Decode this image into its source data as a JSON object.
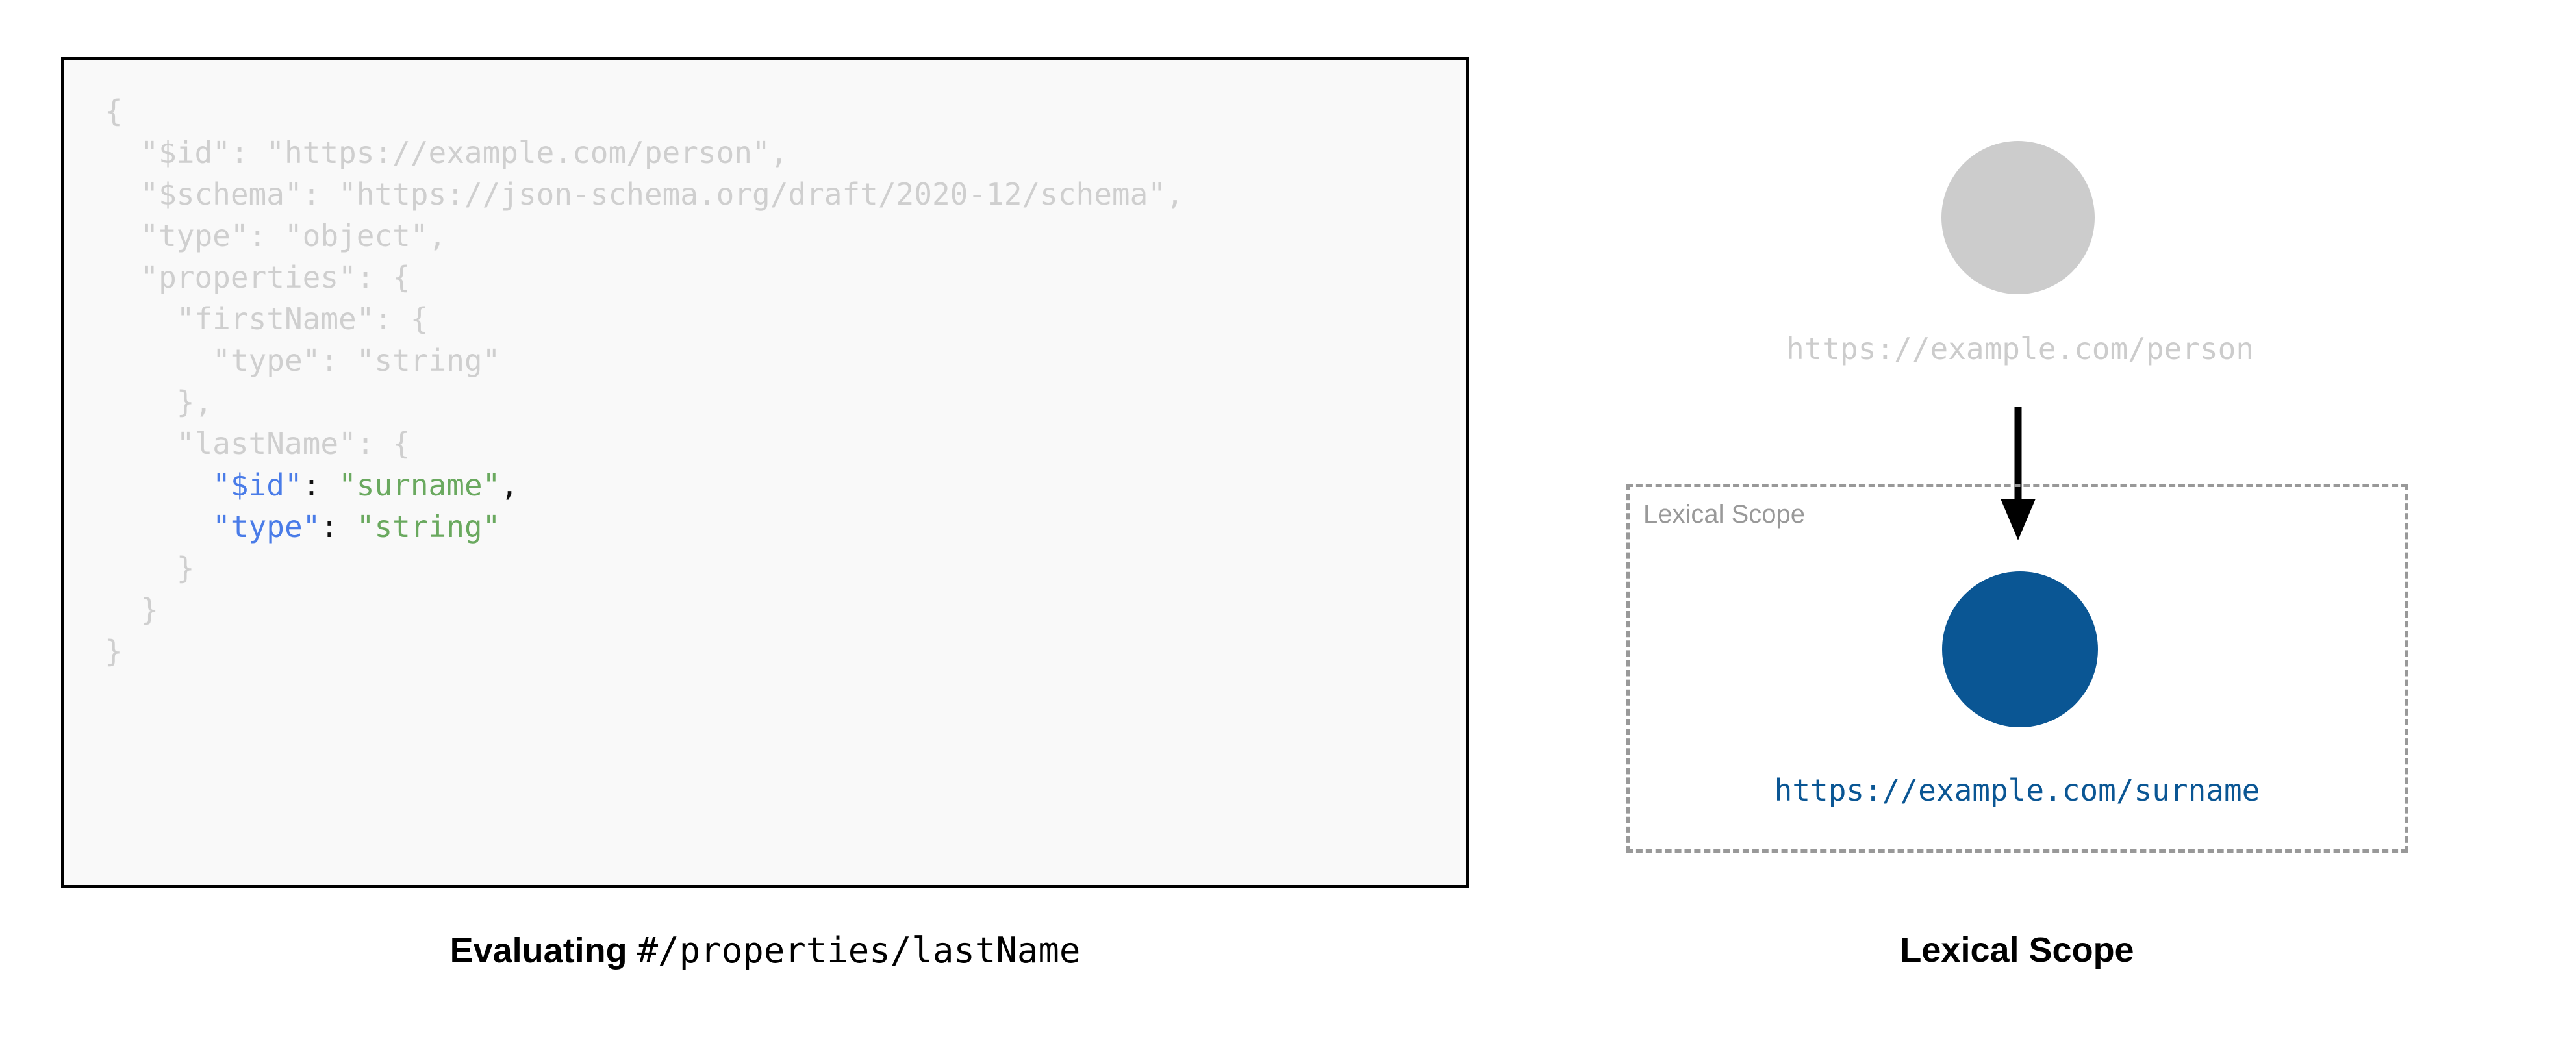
{
  "colors": {
    "code_dim": "#cfcfcf",
    "code_key": "#4a7ce8",
    "code_string": "#6aa95f",
    "code_punct": "#111111",
    "code_background": "#f9f9f9",
    "code_border": "#000000",
    "node_inactive": "#cccccc",
    "node_active": "#0a5694",
    "scope_border": "#999999",
    "scope_label": "#999999",
    "arrow": "#000000"
  },
  "left_panel": {
    "code": {
      "language": "json",
      "lines": [
        [
          {
            "t": "{",
            "c": "dim"
          }
        ],
        [
          {
            "t": "  \"$id\": \"https://example.com/person\",",
            "c": "dim"
          }
        ],
        [
          {
            "t": "  \"$schema\": \"https://json-schema.org/draft/2020-12/schema\",",
            "c": "dim"
          }
        ],
        [
          {
            "t": "  \"type\": \"object\",",
            "c": "dim"
          }
        ],
        [
          {
            "t": "  \"properties\": {",
            "c": "dim"
          }
        ],
        [
          {
            "t": "    \"firstName\": {",
            "c": "dim"
          }
        ],
        [
          {
            "t": "      \"type\": \"string\"",
            "c": "dim"
          }
        ],
        [
          {
            "t": "    },",
            "c": "dim"
          }
        ],
        [
          {
            "t": "    \"lastName\": {",
            "c": "dim"
          }
        ],
        [
          {
            "t": "      ",
            "c": "dim"
          },
          {
            "t": "\"$id\"",
            "c": "key"
          },
          {
            "t": ":",
            "c": "punct"
          },
          {
            "t": " ",
            "c": "dim"
          },
          {
            "t": "\"surname\"",
            "c": "str"
          },
          {
            "t": ",",
            "c": "punct"
          }
        ],
        [
          {
            "t": "      ",
            "c": "dim"
          },
          {
            "t": "\"type\"",
            "c": "key"
          },
          {
            "t": ":",
            "c": "punct"
          },
          {
            "t": " ",
            "c": "dim"
          },
          {
            "t": "\"string\"",
            "c": "str"
          }
        ],
        [
          {
            "t": "    }",
            "c": "dim"
          }
        ],
        [
          {
            "t": "  }",
            "c": "dim"
          }
        ],
        [
          {
            "t": "}",
            "c": "dim"
          }
        ]
      ],
      "plain_text": "{\n  \"$id\": \"https://example.com/person\",\n  \"$schema\": \"https://json-schema.org/draft/2020-12/schema\",\n  \"type\": \"object\",\n  \"properties\": {\n    \"firstName\": {\n      \"type\": \"string\"\n    },\n    \"lastName\": {\n      \"$id\": \"surname\",\n      \"type\": \"string\"\n    }\n  }\n}"
    },
    "caption": {
      "bold_part": "Evaluating",
      "mono_part": "#/properties/lastName"
    }
  },
  "right_panel": {
    "root_node": {
      "label": "https://example.com/person",
      "state": "inactive"
    },
    "arrow": {
      "icon": "down-arrow-icon",
      "direction": "down"
    },
    "scope_box": {
      "label": "Lexical Scope"
    },
    "scoped_node": {
      "label": "https://example.com/surname",
      "state": "active"
    },
    "caption": "Lexical Scope"
  }
}
